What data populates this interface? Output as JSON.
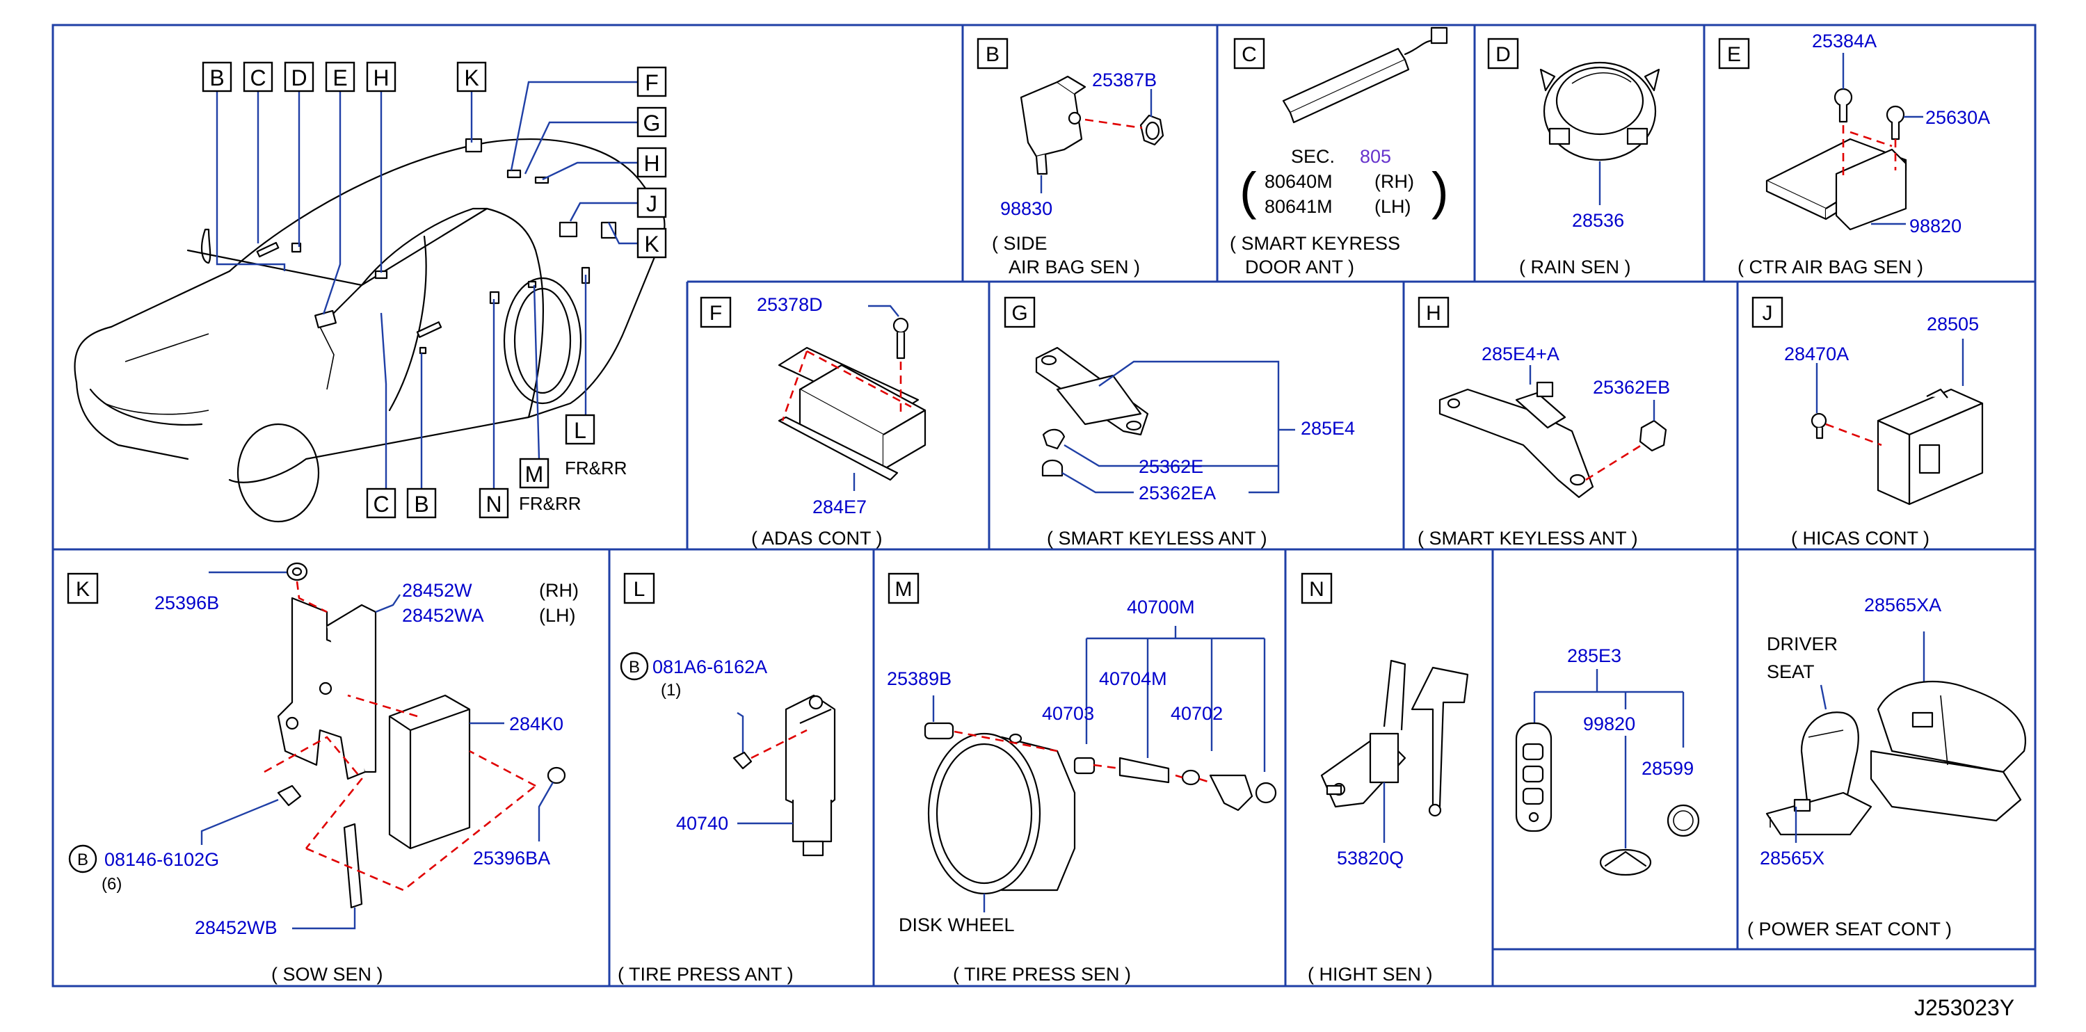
{
  "diagram_id": "J253023Y",
  "overview": {
    "callouts_top": [
      "B",
      "C",
      "D",
      "E",
      "H"
    ],
    "callout_k": "K",
    "callouts_right": [
      "F",
      "G",
      "H",
      "J",
      "K"
    ],
    "callouts_bottom": [
      "C",
      "B",
      "N",
      "M",
      "L"
    ],
    "m_note": "FR&RR",
    "l_note": "FR&RR"
  },
  "panels": {
    "B": {
      "letter": "B",
      "parts": [
        "25387B",
        "98830"
      ],
      "caption": [
        "( SIDE",
        "AIR   BAG   SEN )"
      ]
    },
    "C": {
      "letter": "C",
      "sec_prefix": "SEC.",
      "sec_num": "805",
      "rows": [
        [
          "80640M",
          "(RH)"
        ],
        [
          "80641M",
          "(LH)"
        ]
      ],
      "caption": [
        "( SMART   KEYRESS",
        "DOOR   ANT )"
      ]
    },
    "D": {
      "letter": "D",
      "parts": [
        "28536"
      ],
      "caption": "( RAIN   SEN )"
    },
    "E": {
      "letter": "E",
      "parts": [
        "25384A",
        "25630A",
        "98820"
      ],
      "caption": "( CTR   AIR   BAG   SEN )"
    },
    "F": {
      "letter": "F",
      "parts": [
        "25378D",
        "284E7"
      ],
      "caption": "( ADAS   CONT )"
    },
    "G": {
      "letter": "G",
      "parts": [
        "285E4",
        "25362E",
        "25362EA"
      ],
      "caption": "( SMART   KEYLESS   ANT )"
    },
    "H": {
      "letter": "H",
      "parts": [
        "285E4+A",
        "25362EB"
      ],
      "caption": "( SMART   KEYLESS   ANT )"
    },
    "J": {
      "letter": "J",
      "parts": [
        "28505",
        "28470A"
      ],
      "caption": "( HICAS   CONT )"
    },
    "K": {
      "letter": "K",
      "parts": [
        "25396B",
        "28452W",
        "28452WA",
        "284K0",
        "25396BA",
        "28452WB"
      ],
      "rh": "(RH)",
      "lh": "(LH)",
      "bolt_ref": "B",
      "bolt_part": "08146-6102G",
      "bolt_qty": "(6)",
      "caption": "( SOW   SEN )"
    },
    "L": {
      "letter": "L",
      "bolt_ref": "B",
      "bolt_part": "081A6-6162A",
      "bolt_qty": "(1)",
      "parts": [
        "40740"
      ],
      "caption": "( TIRE   PRESS   ANT )"
    },
    "M": {
      "letter": "M",
      "parts": [
        "40700M",
        "25389B",
        "40703",
        "40704M",
        "40702"
      ],
      "disk": "DISK   WHEEL",
      "caption": "( TIRE   PRESS   SEN )"
    },
    "N": {
      "letter": "N",
      "parts": [
        "53820Q"
      ],
      "caption": "( HIGHT   SEN )"
    },
    "KEY": {
      "parts": [
        "285E3",
        "99820",
        "28599"
      ]
    },
    "PS": {
      "parts": [
        "28565XA",
        "28565X"
      ],
      "driver": "DRIVER",
      "seat": "SEAT",
      "caption": "( POWER   SEAT   CONT )"
    }
  },
  "colors": {
    "frame": "#1f3fa6",
    "part_number": "#0000cc",
    "leader_red": "#e00000",
    "sec_number": "#6633cc"
  }
}
